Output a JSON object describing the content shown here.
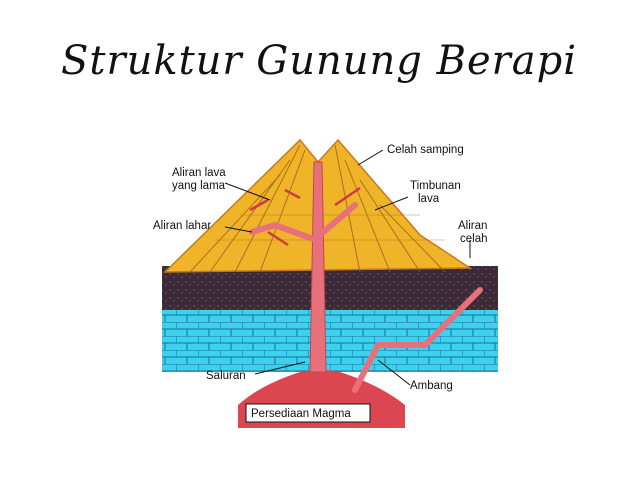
{
  "title": "Struktur Gunung Berapi",
  "labels": {
    "celah_samping": "Celah samping",
    "aliran_lava_1": "Aliran lava",
    "aliran_lava_2": "yang lama",
    "timbunan_1": "Timbunan",
    "timbunan_2": "lava",
    "aliran_lahar": "Aliran lahar",
    "aliran_celah_1": "Aliran",
    "aliran_celah_2": "celah",
    "saluran": "Saluran",
    "ambang": "Ambang",
    "persediaan_magma": "Persediaan Magma"
  },
  "colors": {
    "mountain": "#f0b428",
    "mountain_dark": "#c8781e",
    "rock_layer": "#3a2a3a",
    "water_layer": "#3cd2ee",
    "magma": "#dc4650",
    "conduit": "#e8707a"
  }
}
